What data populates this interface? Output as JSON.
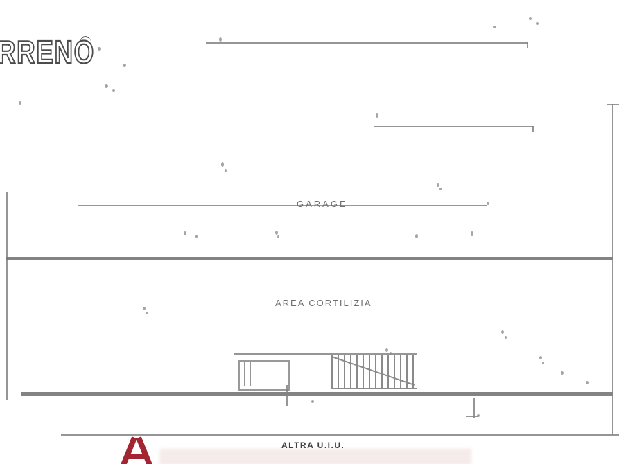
{
  "document": {
    "floor_label": "RRENO",
    "garage_label": "GARAGE",
    "courtyard_label": "AREA CORTILIZIA",
    "other_unit_label": "ALTRA U.I.U."
  },
  "colors": {
    "paper": "#ffffff",
    "scan_line": "#848484",
    "wall": "#757575",
    "label_text": "#6f6f6f",
    "title_outline": "#4c4c4c",
    "watermark_red": "#a32531"
  }
}
